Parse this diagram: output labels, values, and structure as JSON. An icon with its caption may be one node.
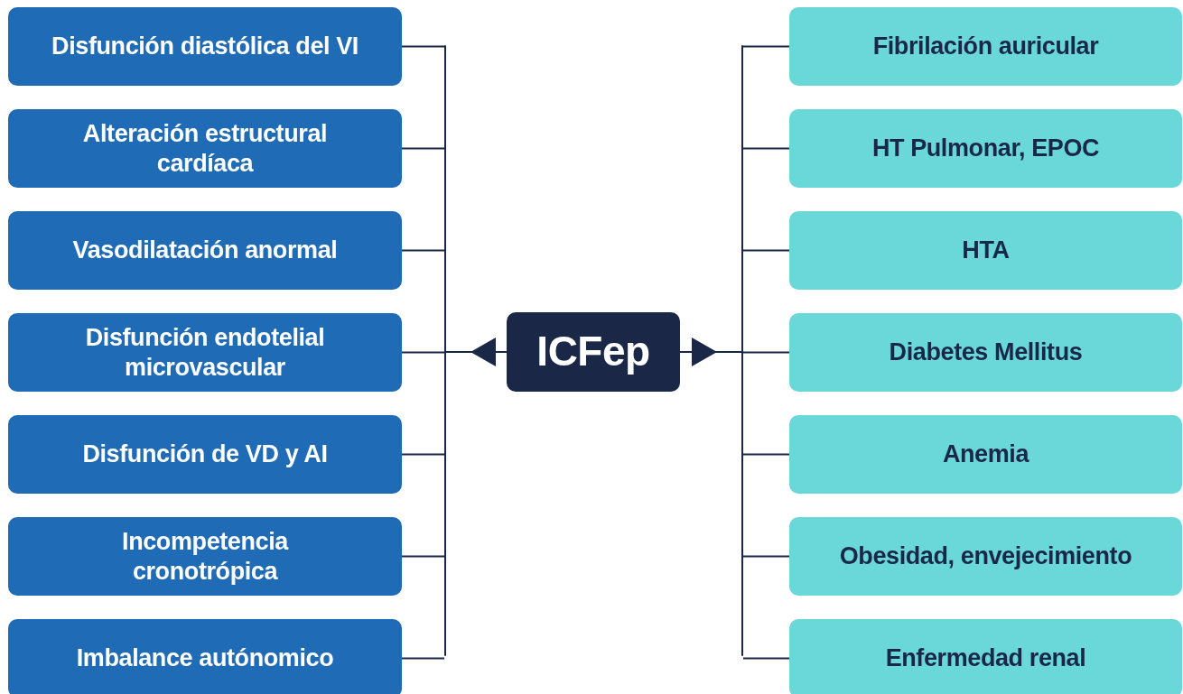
{
  "diagram": {
    "nodes": [
      {
        "text": [
          "ICFep"
        ]
      },
      {
        "text": [
          "Disfunción diastólica del VI"
        ]
      },
      {
        "text": [
          "Alteración estructural cardíaca"
        ]
      },
      {
        "text": [
          "Vasodilatación anormal"
        ]
      },
      {
        "text": [
          "Disfunción endotelial microvascular"
        ]
      },
      {
        "text": [
          "Disfunción de VD y AI"
        ]
      },
      {
        "text": [
          "Incompetencia cronotrópica"
        ]
      },
      {
        "text": [
          "Imbalance autónomico"
        ]
      },
      {
        "text": [
          "Fibrilación auricular"
        ]
      },
      {
        "text": [
          "HT Pulmonar, EPOC"
        ]
      },
      {
        "text": [
          "HTA"
        ]
      },
      {
        "text": [
          "Diabetes Mellitus"
        ]
      },
      {
        "text": [
          "Anemia"
        ]
      },
      {
        "text": [
          "Obesidad, envejecimiento"
        ]
      },
      {
        "text": [
          "Enfermedad renal"
        ]
      },
      {
        "text": [],
        "shape": "bar"
      },
      {
        "text": [],
        "shape": "bar"
      }
    ],
    "edges": [
      {
        "from": 0,
        "to": 15,
        "arrow": "to"
      },
      {
        "from": 0,
        "to": 16,
        "arrow": "to"
      },
      {
        "from": 15,
        "to": 1,
        "arrow": "none"
      },
      {
        "from": 15,
        "to": 2,
        "arrow": "none"
      },
      {
        "from": 15,
        "to": 3,
        "arrow": "none"
      },
      {
        "from": 15,
        "to": 4,
        "arrow": "none"
      },
      {
        "from": 15,
        "to": 5,
        "arrow": "none"
      },
      {
        "from": 15,
        "to": 6,
        "arrow": "none"
      },
      {
        "from": 15,
        "to": 7,
        "arrow": "none"
      },
      {
        "from": 16,
        "to": 8,
        "arrow": "none"
      },
      {
        "from": 16,
        "to": 9,
        "arrow": "none"
      },
      {
        "from": 16,
        "to": 10,
        "arrow": "none"
      },
      {
        "from": 16,
        "to": 11,
        "arrow": "none"
      },
      {
        "from": 16,
        "to": 12,
        "arrow": "none"
      },
      {
        "from": 16,
        "to": 13,
        "arrow": "none"
      },
      {
        "from": 16,
        "to": 14,
        "arrow": "none"
      }
    ]
  }
}
